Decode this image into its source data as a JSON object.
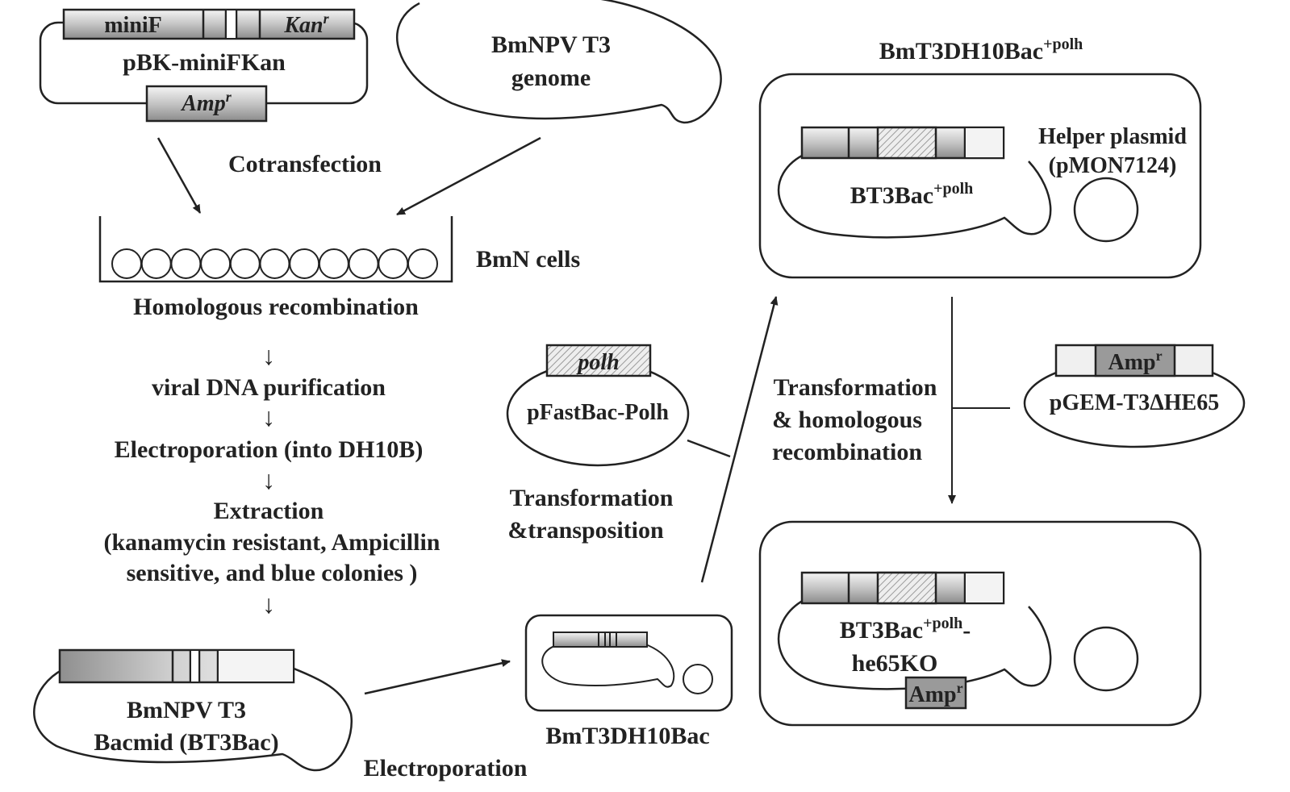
{
  "colors": {
    "ink": "#222222",
    "segment_dark": "#9a9a9a",
    "segment_light": "#f2f2f2",
    "hatch": "#bbbbbb"
  },
  "plasmid_pbk": {
    "name": "pBK-miniFKan",
    "segment_minif": "miniF",
    "segment_kan": "Kan",
    "segment_kan_sup": "r",
    "segment_amp": "Amp",
    "segment_amp_sup": "r"
  },
  "genome": {
    "line1": "BmNPV T3",
    "line2": "genome"
  },
  "steps": {
    "cotransfection": "Cotransfection",
    "bmn_cells": "BmN cells",
    "homologous": "Homologous recombination",
    "arrow_glyph": "↓",
    "viral_dna": "viral DNA purification",
    "electroporation_dh10b": "Electroporation (into DH10B)",
    "extraction": "Extraction",
    "extraction_detail_1": "(kanamycin resistant, Ampicillin",
    "extraction_detail_2": "sensitive, and blue colonies )"
  },
  "bacmid": {
    "line1": "BmNPV T3",
    "line2": "Bacmid (BT3Bac)"
  },
  "electroporation_label": "Electroporation",
  "bmt3dh10bac": {
    "label": "BmT3DH10Bac"
  },
  "pfastbac": {
    "name": "pFastBac-Polh",
    "segment": "polh"
  },
  "transformation_transposition": {
    "line1": "Transformation",
    "line2": "&transposition"
  },
  "bmt3dh10bac_polh": {
    "title": "BmT3DH10Bac",
    "title_sup": "+polh",
    "bacmid_label": "BT3Bac",
    "bacmid_sup": "+polh",
    "helper_line1": "Helper plasmid",
    "helper_line2": "(pMON7124)"
  },
  "transformation_homologous": {
    "line1": "Transformation",
    "line2": "& homologous",
    "line3": "recombination"
  },
  "pgem": {
    "name": "pGEM-T3ΔHE65",
    "segment": "Amp",
    "segment_sup": "r"
  },
  "final": {
    "label_line1": "BT3Bac",
    "label_sup": "+polh",
    "label_suffix": "-",
    "label_line2": "he65KO",
    "amp": "Amp",
    "amp_sup": "r"
  }
}
